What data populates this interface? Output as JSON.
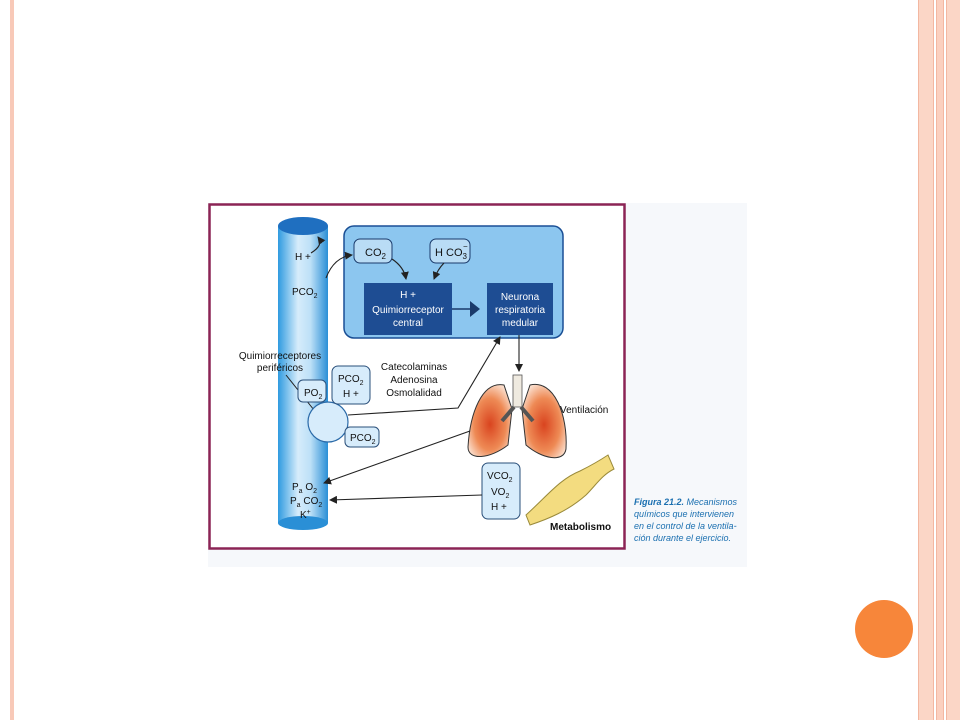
{
  "figure": {
    "box_labels": {
      "co2": "CO",
      "co2_sub": "2",
      "hco3": "H CO",
      "hco3_sup": "−",
      "hco3_sub": "3",
      "central_h": "H +",
      "central_line1": "Quimiorreceptor",
      "central_line2": "central",
      "neuron_line1": "Neurona",
      "neuron_line2": "respiratoria",
      "neuron_line3": "medular"
    },
    "vessel_labels": {
      "h_plus": "H +",
      "pco2": "PCO",
      "pco2_sub": "2",
      "pao2_p": "P",
      "pao2_a": "a",
      "pao2_o": " O",
      "pao2_sub": "2",
      "paco2_p": "P",
      "paco2_a": "a",
      "paco2_co": " CO",
      "paco2_sub": "2",
      "k": "K",
      "k_sup": "+"
    },
    "peripheral": {
      "line1": "Quimiorreceptores",
      "line2": "periféricos",
      "po2": "PO",
      "po2_sub": "2",
      "pco2": "PCO",
      "pco2_sub": "2",
      "h_plus": "H +",
      "pco2_low": "PCO",
      "pco2_low_sub": "2"
    },
    "hormones": {
      "line1": "Catecolaminas",
      "line2": "Adenosina",
      "line3": "Osmolalidad"
    },
    "ventilation_label": "Ventilación",
    "metab_box": {
      "vco2": "VCO",
      "vco2_sub": "2",
      "vo2": "VO",
      "vo2_sub": "2",
      "h_plus": "H +"
    },
    "metabolism_label": "Metabolismo",
    "caption": {
      "figure_no": "Figura 21.2.",
      "line1_rest": " Mecanismos",
      "line2": "químicos que intervienen",
      "line3": "en el control de la ventila-",
      "line4": "ción durante el ejercicio."
    }
  }
}
